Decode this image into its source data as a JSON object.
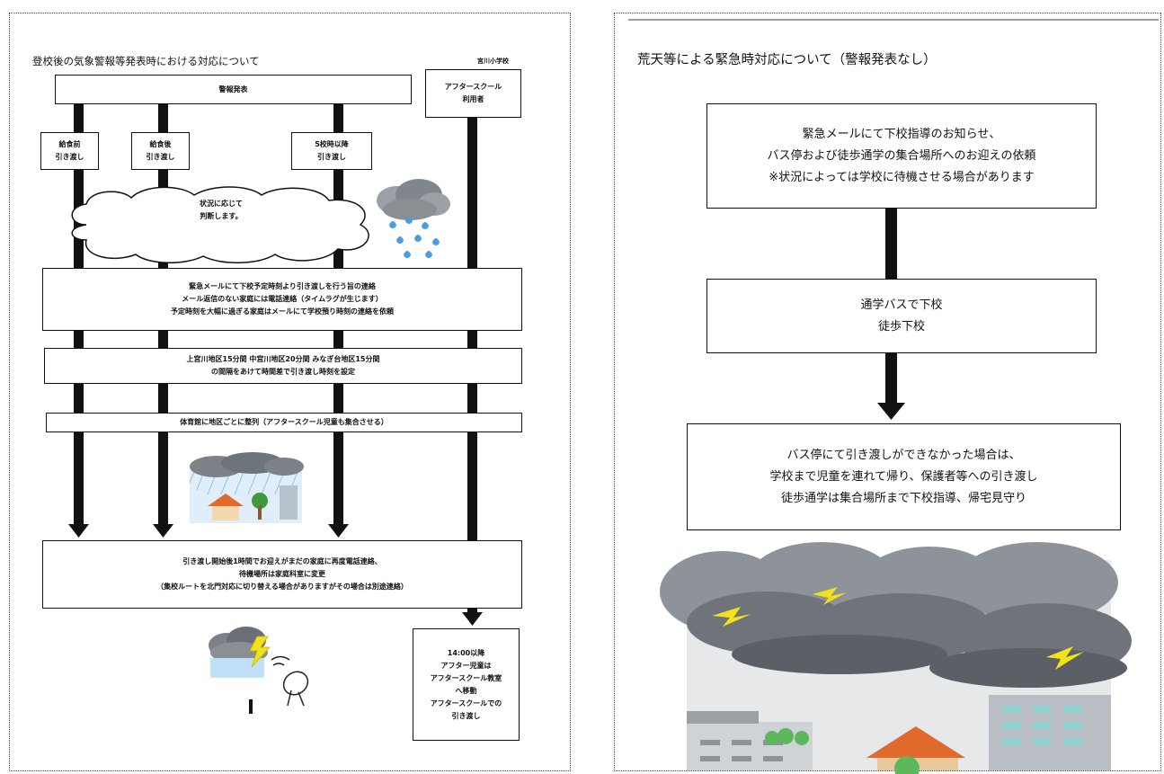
{
  "left": {
    "title": "登校後の気象警報等発表時における対応について",
    "school": "宮川小学校",
    "top_box": "警報発表",
    "after_school_box": "アフタースクール\n利用者",
    "branches": [
      "給食前\n引き渡し",
      "給食後\n引き渡し",
      "5校時以降\n引き渡し"
    ],
    "cloud_text": "状況に応じて\n判断します。",
    "step1": "緊急メールにて下校予定時刻より引き渡しを行う旨の連絡\nメール返信のない家庭には電話連絡（タイムラグが生じます）\n予定時刻を大幅に過ぎる家庭はメールにて学校預り時刻の連絡を依頼",
    "step2": "上宮川地区15分間 中宮川地区20分間 みなぎ台地区15分間\nの間隔をあけて時間差で引き渡し時刻を設定",
    "step3": "体育館に地区ごとに整列（アフタースクール児童も集合させる）",
    "step4": "引き渡し開始後1時間でお迎えがまだの家庭に再度電話連絡、\n待機場所は家庭科室に変更\n（集校ルートを北門対応に切り替える場合がありますがその場合は別途連絡）",
    "after_school_final": "14:00以降\nアフター児童は\nアフタースクール教室\nへ移動\nアフタースクールでの\n引き渡し"
  },
  "right": {
    "title": "荒天等による緊急時対応について（警報発表なし）",
    "box1": "緊急メールにて下校指導のお知らせ、\nバス停および徒歩通学の集合場所へのお迎えの依頼\n※状況によっては学校に待機させる場合があります",
    "box2": "通学バスで下校\n徒歩下校",
    "box3": "バス停にて引き渡しができなかった場合は、\n学校まで児童を連れて帰り、保護者等への引き渡し\n徒歩通学は集合場所まで下校指導、帰宅見守り"
  },
  "colors": {
    "line": "#111111",
    "storm_cloud": "#8a8f94",
    "lightning": "#f2e21a",
    "rain": "#3a8fd6",
    "house_roof": "#e06a2c"
  },
  "icons": [
    "storm-cloud-rain-icon",
    "rainstorm-town-icon",
    "thunder-antenna-icon",
    "storm-city-illustration"
  ]
}
